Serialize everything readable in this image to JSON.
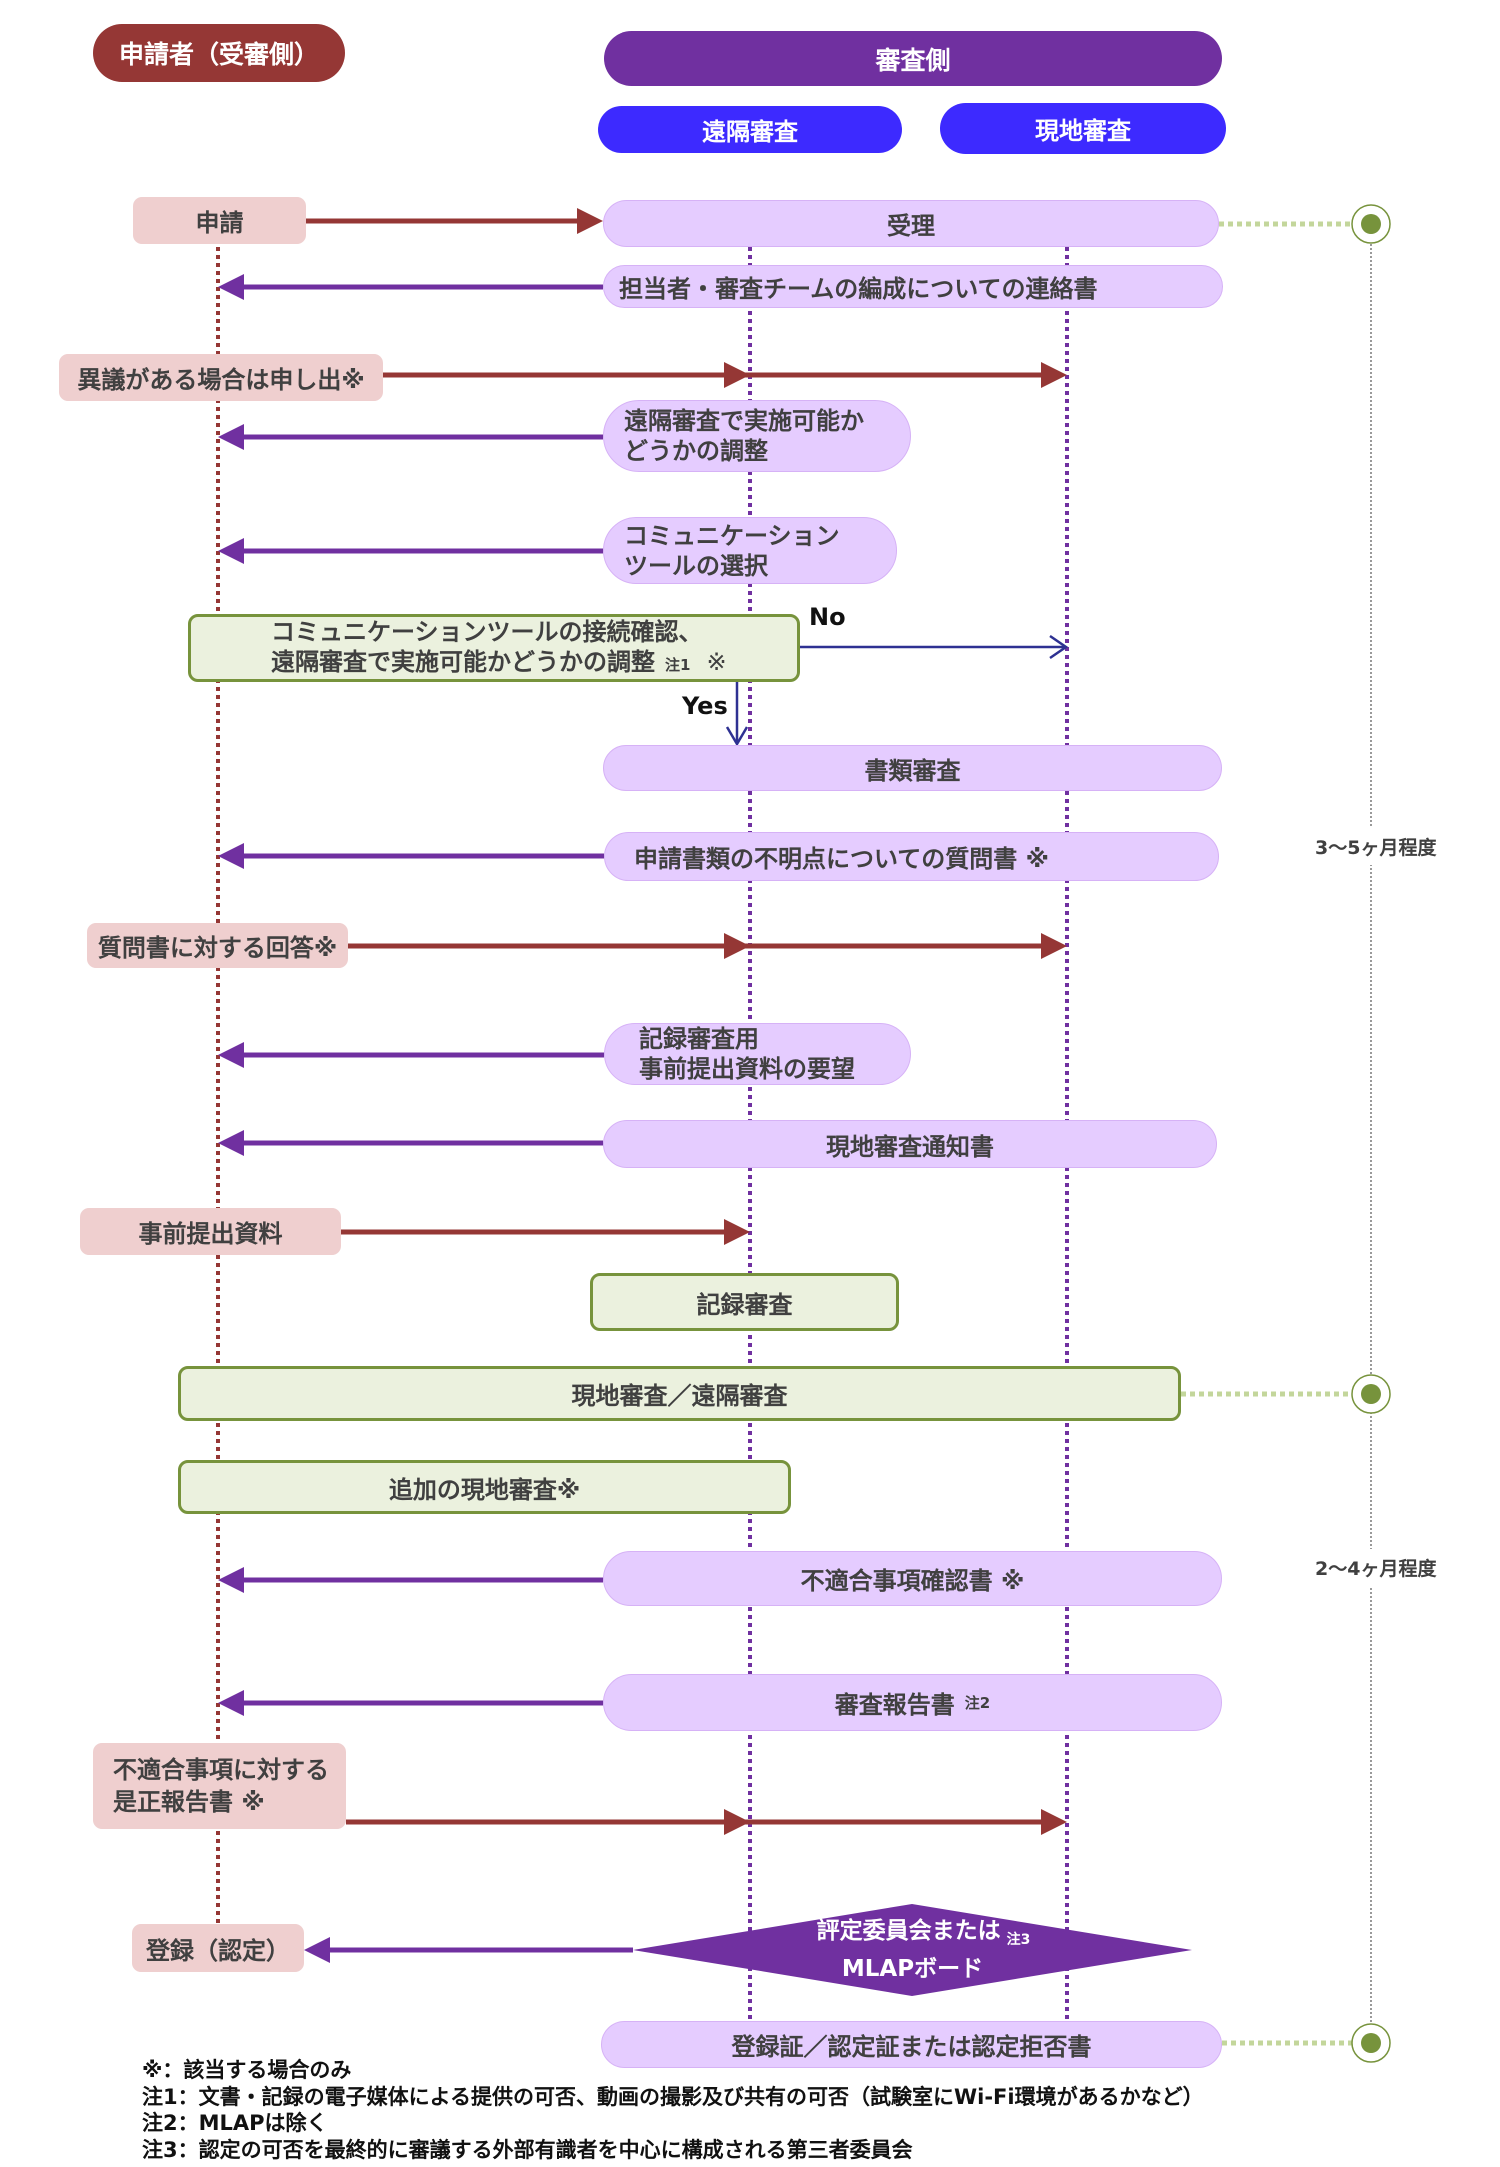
{
  "headers": {
    "applicant": "申請者（受審側）",
    "reviewer": "審査側",
    "remote": "遠隔審査",
    "onsite": "現地審査"
  },
  "steps": {
    "application": "申請",
    "acceptance": "受理",
    "team_notice": "担当者・審査チームの編成についての連絡書",
    "objection": "異議がある場合は申し出※",
    "remote_feasibility": [
      "遠隔審査で実施可能か",
      "どうかの調整"
    ],
    "tool_selection": [
      "コミュニケーション",
      "ツールの選択"
    ],
    "connection_check": {
      "line1": "コミュニケーションツールの接続確認、",
      "line2": "遠隔審査で実施可能かどうかの調整",
      "note": "注1",
      "mark": "※"
    },
    "decision_no": "No",
    "decision_yes": "Yes",
    "document_review": "書類審査",
    "questionnaire": "申請書類の不明点についての質問書 ※",
    "answer": "質問書に対する回答※",
    "pre_submission_request": [
      "記録審査用",
      "事前提出資料の要望"
    ],
    "onsite_notice": "現地審査通知書",
    "pre_submission": "事前提出資料",
    "record_review": "記録審査",
    "assessment": "現地審査／遠隔審査",
    "additional_onsite": "追加の現地審査※",
    "nonconformity_confirmation": "不適合事項確認書 ※",
    "assessment_report": {
      "text": "審査報告書",
      "note": "注2"
    },
    "corrective_report": [
      "不適合事項に対する",
      "是正報告書 ※"
    ],
    "committee": {
      "line1": "評定委員会または",
      "note": "注3",
      "line2": "MLAPボード"
    },
    "registration": "登録（認定）",
    "certificate": "登録証／認定証または認定拒否書"
  },
  "timeline": {
    "phase1": "3～5ヶ月程度",
    "phase2": "2～4ヶ月程度"
  },
  "footnotes": [
    "※：該当する場合のみ",
    "注1：文書・記録の電子媒体による提供の可否、動画の撮影及び共有の可否（試験室にWi-Fi環境があるかなど）",
    "注2：MLAPは除く",
    "注3：認定の可否を最終的に審議する外部有識者を中心に構成される第三者委員会"
  ],
  "colors": {
    "applicant": "#953735",
    "reviewer": "#7030A0",
    "lane": "#3D2AFF",
    "message_bg": "#E5CCFF",
    "applicant_box": "#EFCFCF",
    "activity_bg": "#EBF1DE",
    "activity_border": "#77933C",
    "decision_arrow": "#2E3192",
    "timeline_connector": "#C3D69B",
    "text": "#404040"
  }
}
